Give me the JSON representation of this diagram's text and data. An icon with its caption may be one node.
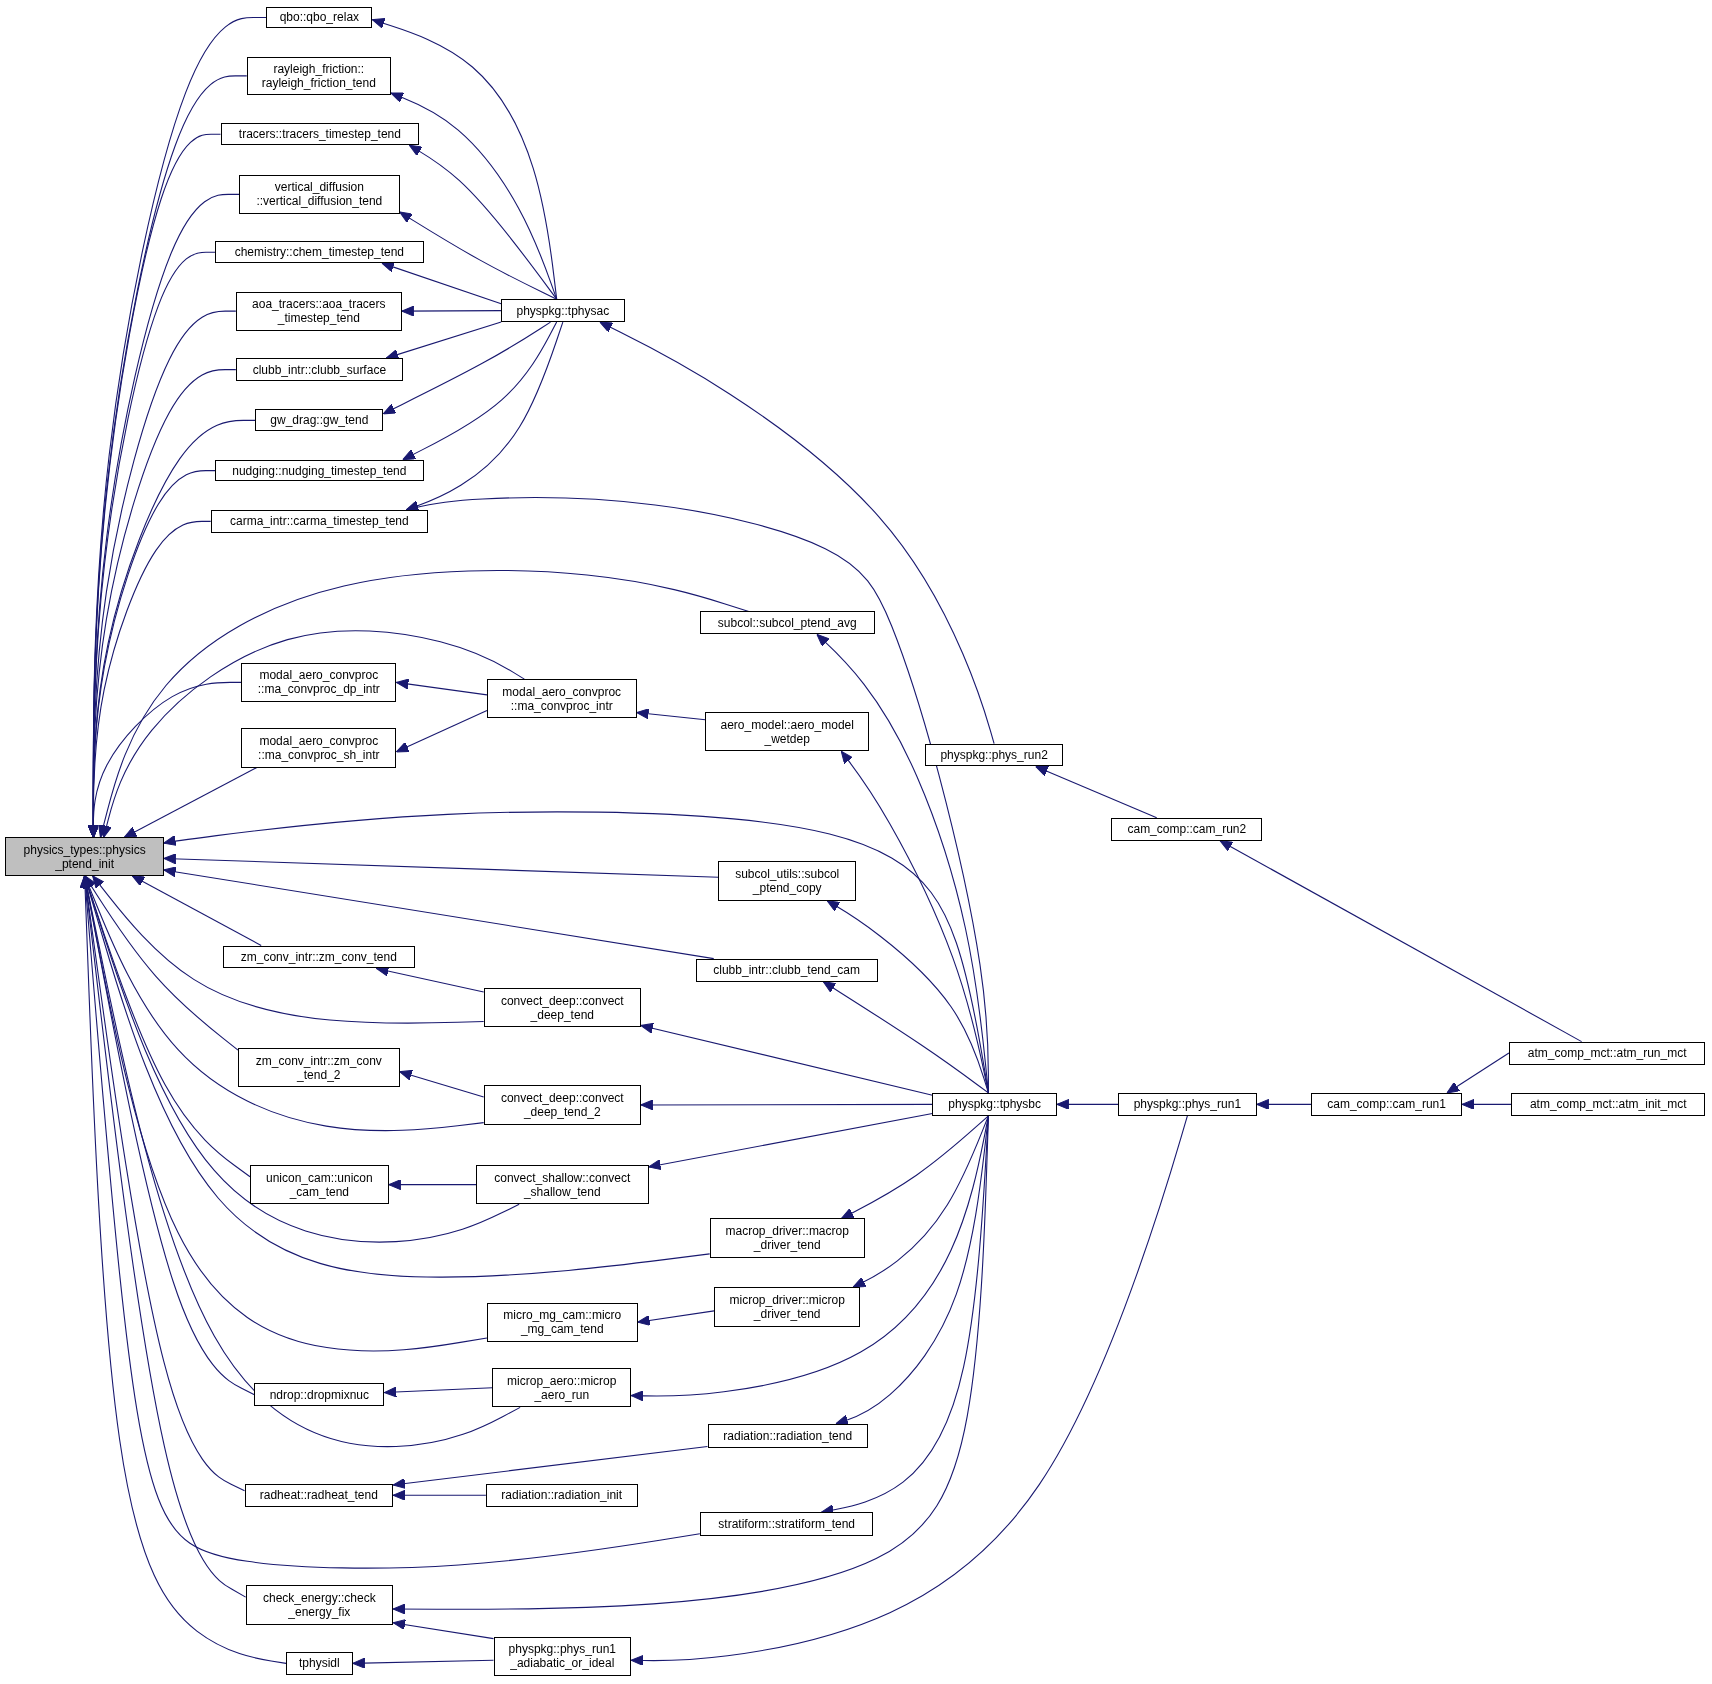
{
  "diagram": {
    "nodes": [
      {
        "text": [
          "physics_types::physics _ptend_init"
        ]
      },
      {
        "text": [
          "qbo::qbo_relax"
        ]
      },
      {
        "text": [
          "rayleigh_friction:: rayleigh_friction_tend"
        ]
      },
      {
        "text": [
          "tracers::tracers_timestep_tend"
        ]
      },
      {
        "text": [
          "vertical_diffusion ::vertical_diffusion_tend"
        ]
      },
      {
        "text": [
          "chemistry::chem_timestep_tend"
        ]
      },
      {
        "text": [
          "aoa_tracers::aoa_tracers _timestep_tend"
        ]
      },
      {
        "text": [
          "clubb_intr::clubb_surface"
        ]
      },
      {
        "text": [
          "gw_drag::gw_tend"
        ]
      },
      {
        "text": [
          "nudging::nudging_timestep_tend"
        ]
      },
      {
        "text": [
          "carma_intr::carma_timestep_tend"
        ]
      },
      {
        "text": [
          "physpkg::tphysac"
        ]
      },
      {
        "text": [
          "subcol::subcol_ptend_avg"
        ]
      },
      {
        "text": [
          "modal_aero_convproc ::ma_convproc_dp_intr"
        ]
      },
      {
        "text": [
          "modal_aero_convproc ::ma_convproc_intr"
        ]
      },
      {
        "text": [
          "modal_aero_convproc ::ma_convproc_sh_intr"
        ]
      },
      {
        "text": [
          "aero_model::aero_model _wetdep"
        ]
      },
      {
        "text": [
          "physpkg::phys_run2"
        ]
      },
      {
        "text": [
          "cam_comp::cam_run2"
        ]
      },
      {
        "text": [
          "subcol_utils::subcol _ptend_copy"
        ]
      },
      {
        "text": [
          "clubb_intr::clubb_tend_cam"
        ]
      },
      {
        "text": [
          "zm_conv_intr::zm_conv_tend"
        ]
      },
      {
        "text": [
          "convect_deep::convect _deep_tend"
        ]
      },
      {
        "text": [
          "zm_conv_intr::zm_conv _tend_2"
        ]
      },
      {
        "text": [
          "convect_deep::convect _deep_tend_2"
        ]
      },
      {
        "text": [
          "physpkg::tphysbc"
        ]
      },
      {
        "text": [
          "physpkg::phys_run1"
        ]
      },
      {
        "text": [
          "cam_comp::cam_run1"
        ]
      },
      {
        "text": [
          "atm_comp_mct::atm_run_mct"
        ]
      },
      {
        "text": [
          "atm_comp_mct::atm_init_mct"
        ]
      },
      {
        "text": [
          "unicon_cam::unicon _cam_tend"
        ]
      },
      {
        "text": [
          "convect_shallow::convect _shallow_tend"
        ]
      },
      {
        "text": [
          "macrop_driver::macrop _driver_tend"
        ]
      },
      {
        "text": [
          "micro_mg_cam::micro _mg_cam_tend"
        ]
      },
      {
        "text": [
          "microp_driver::microp _driver_tend"
        ]
      },
      {
        "text": [
          "ndrop::dropmixnuc"
        ]
      },
      {
        "text": [
          "microp_aero::microp _aero_run"
        ]
      },
      {
        "text": [
          "radiation::radiation_tend"
        ]
      },
      {
        "text": [
          "radheat::radheat_tend"
        ]
      },
      {
        "text": [
          "radiation::radiation_init"
        ]
      },
      {
        "text": [
          "stratiform::stratiform_tend"
        ]
      },
      {
        "text": [
          "check_energy::check _energy_fix"
        ]
      },
      {
        "text": [
          "tphysidl"
        ]
      },
      {
        "text": [
          "physpkg::phys_run1 _adiabatic_or_ideal"
        ]
      }
    ],
    "edges": [
      {
        "from": 11,
        "to": 1,
        "arrow": "to"
      },
      {
        "from": 11,
        "to": 2,
        "arrow": "to"
      },
      {
        "from": 11,
        "to": 3,
        "arrow": "to"
      },
      {
        "from": 11,
        "to": 4,
        "arrow": "to"
      },
      {
        "from": 11,
        "to": 5,
        "arrow": "to"
      },
      {
        "from": 11,
        "to": 6,
        "arrow": "to"
      },
      {
        "from": 11,
        "to": 7,
        "arrow": "to"
      },
      {
        "from": 11,
        "to": 8,
        "arrow": "to"
      },
      {
        "from": 11,
        "to": 9,
        "arrow": "to"
      },
      {
        "from": 11,
        "to": 10,
        "arrow": "to"
      },
      {
        "from": 17,
        "to": 11,
        "arrow": "to"
      },
      {
        "from": 25,
        "to": 10,
        "arrow": "to"
      },
      {
        "from": 25,
        "to": 12,
        "arrow": "to"
      },
      {
        "from": 14,
        "to": 13,
        "arrow": "to"
      },
      {
        "from": 14,
        "to": 15,
        "arrow": "to"
      },
      {
        "from": 16,
        "to": 14,
        "arrow": "to"
      },
      {
        "from": 25,
        "to": 16,
        "arrow": "to"
      },
      {
        "from": 18,
        "to": 17,
        "arrow": "to"
      },
      {
        "from": 28,
        "to": 18,
        "arrow": "to"
      },
      {
        "from": 25,
        "to": 19,
        "arrow": "to"
      },
      {
        "from": 25,
        "to": 20,
        "arrow": "to"
      },
      {
        "from": 22,
        "to": 21,
        "arrow": "to"
      },
      {
        "from": 25,
        "to": 22,
        "arrow": "to"
      },
      {
        "from": 24,
        "to": 23,
        "arrow": "to"
      },
      {
        "from": 25,
        "to": 24,
        "arrow": "to"
      },
      {
        "from": 26,
        "to": 25,
        "arrow": "to"
      },
      {
        "from": 27,
        "to": 26,
        "arrow": "to"
      },
      {
        "from": 28,
        "to": 27,
        "arrow": "to"
      },
      {
        "from": 29,
        "to": 27,
        "arrow": "to"
      },
      {
        "from": 25,
        "to": 31,
        "arrow": "to"
      },
      {
        "from": 31,
        "to": 30,
        "arrow": "to"
      },
      {
        "from": 25,
        "to": 32,
        "arrow": "to"
      },
      {
        "from": 34,
        "to": 33,
        "arrow": "to"
      },
      {
        "from": 25,
        "to": 34,
        "arrow": "to"
      },
      {
        "from": 36,
        "to": 35,
        "arrow": "to"
      },
      {
        "from": 25,
        "to": 36,
        "arrow": "to"
      },
      {
        "from": 25,
        "to": 37,
        "arrow": "to"
      },
      {
        "from": 37,
        "to": 38,
        "arrow": "to"
      },
      {
        "from": 39,
        "to": 38,
        "arrow": "to"
      },
      {
        "from": 25,
        "to": 40,
        "arrow": "to"
      },
      {
        "from": 25,
        "to": 41,
        "arrow": "to"
      },
      {
        "from": 43,
        "to": 41,
        "arrow": "to"
      },
      {
        "from": 43,
        "to": 42,
        "arrow": "to"
      },
      {
        "from": 26,
        "to": 43,
        "arrow": "to"
      },
      {
        "from": 1,
        "to": 0,
        "arrow": "to"
      },
      {
        "from": 2,
        "to": 0,
        "arrow": "to"
      },
      {
        "from": 3,
        "to": 0,
        "arrow": "to"
      },
      {
        "from": 4,
        "to": 0,
        "arrow": "to"
      },
      {
        "from": 5,
        "to": 0,
        "arrow": "to"
      },
      {
        "from": 6,
        "to": 0,
        "arrow": "to"
      },
      {
        "from": 7,
        "to": 0,
        "arrow": "to"
      },
      {
        "from": 8,
        "to": 0,
        "arrow": "to"
      },
      {
        "from": 9,
        "to": 0,
        "arrow": "to"
      },
      {
        "from": 10,
        "to": 0,
        "arrow": "to"
      },
      {
        "from": 12,
        "to": 0,
        "arrow": "to"
      },
      {
        "from": 14,
        "to": 0,
        "arrow": "to"
      },
      {
        "from": 13,
        "to": 0,
        "arrow": "to"
      },
      {
        "from": 15,
        "to": 0,
        "arrow": "to"
      },
      {
        "from": 25,
        "to": 0,
        "arrow": "to"
      },
      {
        "from": 19,
        "to": 0,
        "arrow": "to"
      },
      {
        "from": 20,
        "to": 0,
        "arrow": "to"
      },
      {
        "from": 21,
        "to": 0,
        "arrow": "to"
      },
      {
        "from": 22,
        "to": 0,
        "arrow": "to"
      },
      {
        "from": 23,
        "to": 0,
        "arrow": "to"
      },
      {
        "from": 24,
        "to": 0,
        "arrow": "to"
      },
      {
        "from": 30,
        "to": 0,
        "arrow": "to"
      },
      {
        "from": 31,
        "to": 0,
        "arrow": "to"
      },
      {
        "from": 32,
        "to": 0,
        "arrow": "to"
      },
      {
        "from": 33,
        "to": 0,
        "arrow": "to"
      },
      {
        "from": 35,
        "to": 0,
        "arrow": "to"
      },
      {
        "from": 36,
        "to": 0,
        "arrow": "to"
      },
      {
        "from": 38,
        "to": 0,
        "arrow": "to"
      },
      {
        "from": 40,
        "to": 0,
        "arrow": "to"
      },
      {
        "from": 41,
        "to": 0,
        "arrow": "to"
      },
      {
        "from": 42,
        "to": 0,
        "arrow": "to"
      }
    ]
  }
}
